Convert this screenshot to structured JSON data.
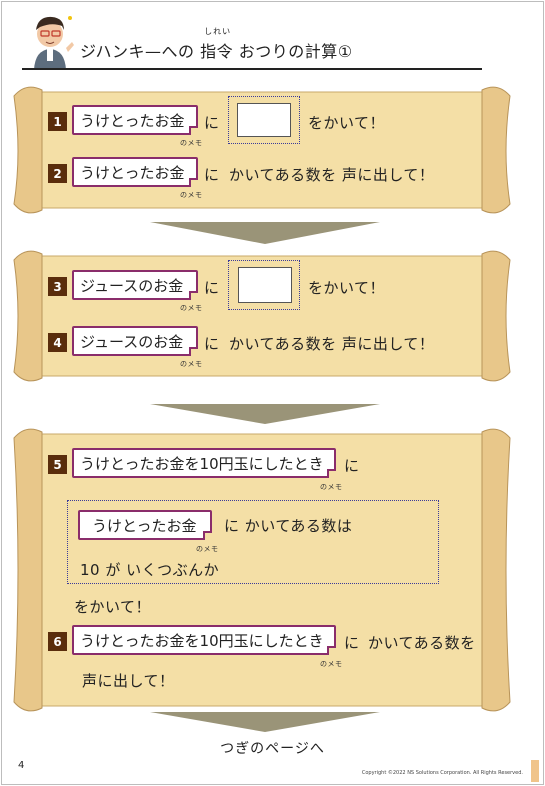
{
  "header": {
    "title_before": "ジハンキ—への",
    "title_ruby_base": "指令",
    "title_ruby_reading": "しれい",
    "title_after": "おつりの計算①"
  },
  "memo_tag": "のメモ",
  "steps": [
    {
      "num": "1",
      "memo": "うけとったお金",
      "particle": "に",
      "tail": "をかいて！"
    },
    {
      "num": "2",
      "memo": "うけとったお金",
      "particle": "に",
      "tail": "かいてある数を 声に出して！"
    },
    {
      "num": "3",
      "memo": "ジュースのお金",
      "particle": "に",
      "tail": "をかいて！"
    },
    {
      "num": "4",
      "memo": "ジュースのお金",
      "particle": "に",
      "tail": "かいてある数を 声に出して！"
    },
    {
      "num": "5",
      "memo": "うけとったお金を10円玉にしたとき",
      "particle": "に"
    },
    {
      "num": "6",
      "memo": "うけとったお金を10円玉にしたとき",
      "particle": "に",
      "tail": "かいてある数を"
    }
  ],
  "step5": {
    "inner_memo": "うけとったお金",
    "inner_text": "に かいてある数は",
    "inner_line2": "10 が いくつぶんか",
    "after": "をかいて！"
  },
  "step6_line2": "声に出して！",
  "footer": {
    "next": "つぎのページへ",
    "page_number": "4",
    "copyright": "Copyright ©2022 NS Solutions Corporation. All Rights Reserved."
  },
  "colors": {
    "parchment": "#f4dfa6",
    "parchment_edge": "#c9a86a",
    "number_badge": "#5a2d0c",
    "memo_border": "#8a2d6b",
    "dotted_box": "#3b3b9a",
    "arrow": "#9a9478"
  }
}
